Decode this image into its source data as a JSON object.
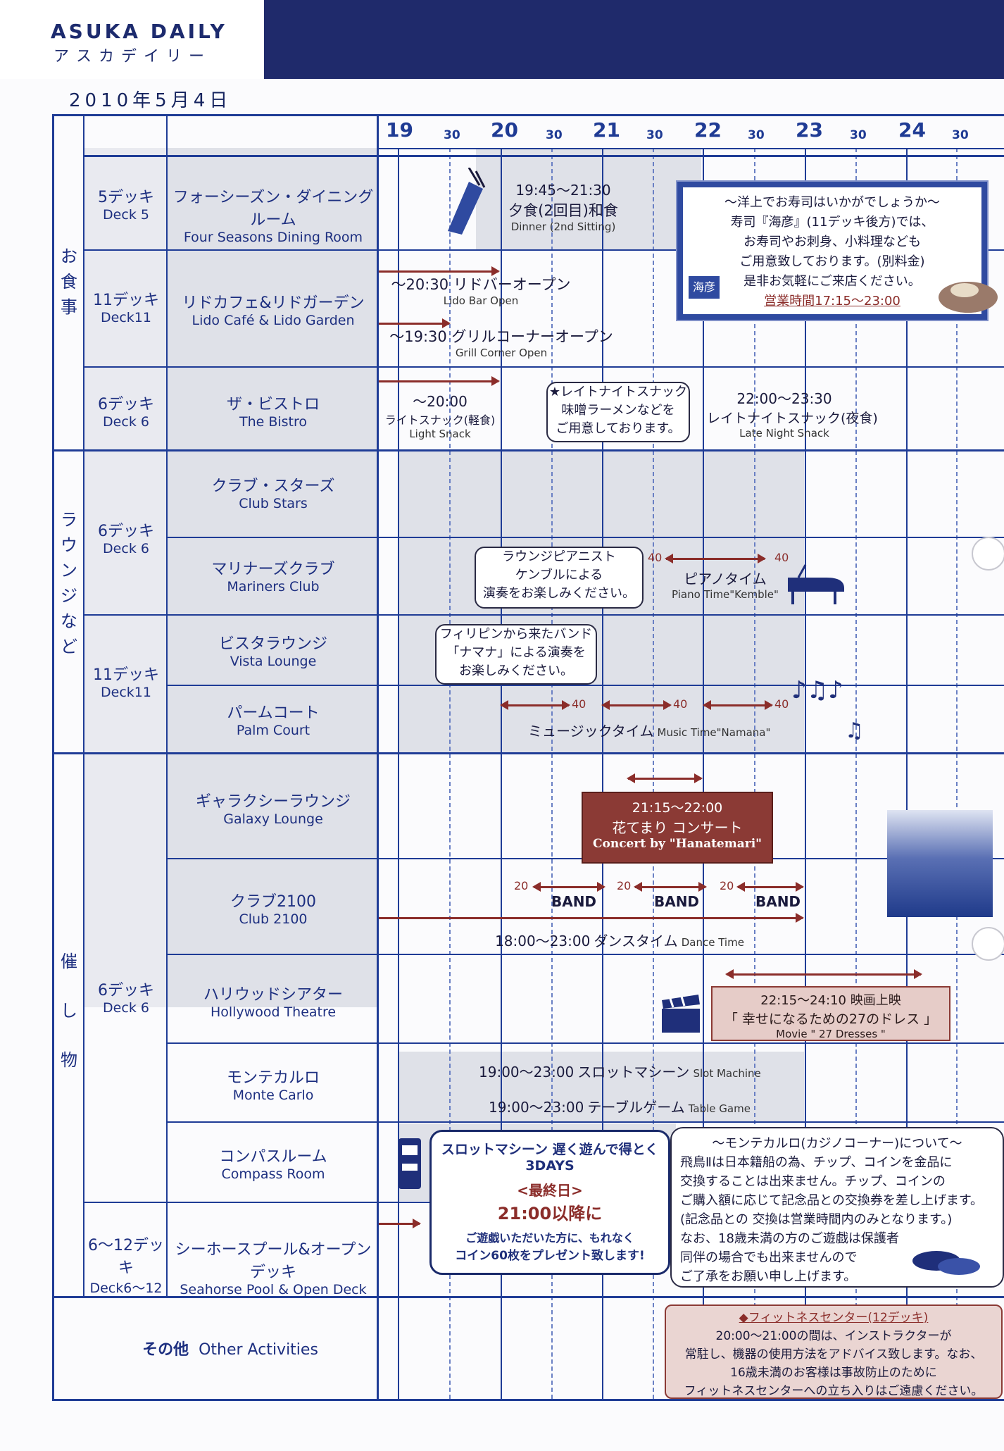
{
  "header": {
    "brand_en": "ASUKA DAILY",
    "brand_jp": "アスカデイリー",
    "date": "2010年5月4日"
  },
  "times": {
    "h19": "19",
    "h20": "20",
    "h21": "21",
    "h22": "22",
    "h23": "23",
    "h24": "24",
    "m30": "30"
  },
  "categories": {
    "dining": [
      "お",
      "食",
      "事"
    ],
    "lounge": [
      "ラ",
      "ウ",
      "ン",
      "ジ",
      "な",
      "ど"
    ],
    "events": [
      "催",
      "し",
      "物"
    ]
  },
  "decks": {
    "d5": {
      "jp": "5デッキ",
      "en": "Deck 5"
    },
    "d11a": {
      "jp": "11デッキ",
      "en": "Deck11"
    },
    "d6a": {
      "jp": "6デッキ",
      "en": "Deck 6"
    },
    "d6b": {
      "jp": "6デッキ",
      "en": "Deck 6"
    },
    "d11b": {
      "jp": "11デッキ",
      "en": "Deck11"
    },
    "d6c": {
      "jp": "6デッキ",
      "en": "Deck 6"
    },
    "d612": {
      "jp": "6〜12デッキ",
      "en": "Deck6〜12"
    }
  },
  "venues": {
    "fourseasons": {
      "jp": "フォーシーズン・ダイニングルーム",
      "en": "Four Seasons Dining Room"
    },
    "lido": {
      "jp": "リドカフェ&リドガーデン",
      "en": "Lido Café & Lido Garden"
    },
    "bistro": {
      "jp": "ザ・ビストロ",
      "en": "The Bistro"
    },
    "clubstars": {
      "jp": "クラブ・スターズ",
      "en": "Club Stars"
    },
    "mariners": {
      "jp": "マリナーズクラブ",
      "en": "Mariners Club"
    },
    "vista": {
      "jp": "ビスタラウンジ",
      "en": "Vista Lounge"
    },
    "palm": {
      "jp": "パームコート",
      "en": "Palm Court"
    },
    "galaxy": {
      "jp": "ギャラクシーラウンジ",
      "en": "Galaxy Lounge"
    },
    "club2100": {
      "jp": "クラブ2100",
      "en": "Club 2100"
    },
    "hollywood": {
      "jp": "ハリウッドシアター",
      "en": "Hollywood Theatre"
    },
    "montecarlo": {
      "jp": "モンテカルロ",
      "en": "Monte Carlo"
    },
    "compass": {
      "jp": "コンパスルーム",
      "en": "Compass Room"
    },
    "seahorse": {
      "jp": "シーホースプール&オープンデッキ",
      "en": "Seahorse Pool & Open Deck"
    },
    "other": {
      "jp": "その他",
      "en": "Other Activities"
    }
  },
  "events": {
    "dinner": {
      "time": "19:45〜21:30",
      "jp": "夕食(2回目)和食",
      "en": "Dinner (2nd Sitting)"
    },
    "lidobar": {
      "jp": "〜20:30 リドバーオープン",
      "en": "Lido Bar Open"
    },
    "grill": {
      "jp": "〜19:30 グリルコーナーオープン",
      "en": "Grill Corner Open"
    },
    "lightsnack": {
      "time": "〜20:00",
      "jp": "ライトスナック(軽食)",
      "en": "Light Snack"
    },
    "latenote": {
      "l1": "★レイトナイトスナック",
      "l2": "味噌ラーメンなどを",
      "l3": "ご用意しております。"
    },
    "latesnack": {
      "time": "22:00〜23:30",
      "jp": "レイトナイトスナック(夜食)",
      "en": "Late Night Snack"
    },
    "pianonote": {
      "l1": "ラウンジピアニスト",
      "l2": "ケンブルによる",
      "l3": "演奏をお楽しみください。"
    },
    "piano": {
      "n1": "40",
      "n2": "40",
      "jp": "ピアノタイム",
      "en": "Piano Time\"Kemble\""
    },
    "bandnote": {
      "l1": "フィリピンから来たバンド",
      "l2": "「ナマナ」による演奏を",
      "l3": "お楽しみください。"
    },
    "music": {
      "n1": "40",
      "n2": "40",
      "n3": "40",
      "jp": "ミュージックタイム",
      "en": "Music Time\"Namana\""
    },
    "concert": {
      "time": "21:15〜22:00",
      "jp": "花てまり コンサート",
      "en": "Concert by \"Hanatemari\""
    },
    "band": {
      "n": "20",
      "label": "BAND"
    },
    "dance": {
      "time": "18:00〜23:00",
      "jp": "ダンスタイム",
      "en": "Dance Time"
    },
    "movie": {
      "time": "22:15〜24:10 映画上映",
      "jp": "「 幸せになるための27のドレス 」",
      "en": "Movie \" 27 Dresses \""
    },
    "slotm": {
      "time": "19:00〜23:00",
      "jp": "スロットマシーン",
      "en": "Slot Machine"
    },
    "table": {
      "time": "19:00〜23:00",
      "jp": "テーブルゲーム",
      "en": "Table Game"
    }
  },
  "sushi": {
    "l1": "〜洋上でお寿司はいかがでしょうか〜",
    "l2": "寿司『海彦』(11デッキ後方)では、",
    "l3": "お寿司やお刺身、小料理なども",
    "l4": "ご用意致しております。(別料金)",
    "l5": "是非お気軽にご来店ください。",
    "hours": "営業時間17:15〜23:00",
    "sign": "海彦"
  },
  "slot": {
    "title": "スロットマシーン 遅く遊んで得とく3DAYS",
    "l1": "<最終日>",
    "l2": "21:00以降に",
    "l3": "ご遊戯いただいた方に、もれなく",
    "l4": "コイン60枚をプレゼント致します!"
  },
  "casino": {
    "title": "〜モンテカルロ(カジノコーナー)について〜",
    "l1": "飛鳥Ⅱは日本籍船の為、チップ、コインを金品に",
    "l2": "交換することは出来ません。チップ、コインの",
    "l3": "ご購入額に応じて記念品との交換券を差し上げます。",
    "l4": "(記念品との 交換は営業時間内のみとなります。)",
    "l5": "なお、18歳未満の方のご遊戯は保護者",
    "l6": "同伴の場合でも出来ませんので",
    "l7": "ご了承をお願い申し上げます。"
  },
  "fitness": {
    "title": "◆フィットネスセンター(12デッキ)",
    "l1": "20:00〜21:00の間は、インストラクターが",
    "l2": "常駐し、機器の使用方法をアドバイス致します。なお、",
    "l3": "16歳未満のお客様は事故防止のために",
    "l4": "フィットネスセンターへの立ち入りはご遠慮ください。"
  }
}
